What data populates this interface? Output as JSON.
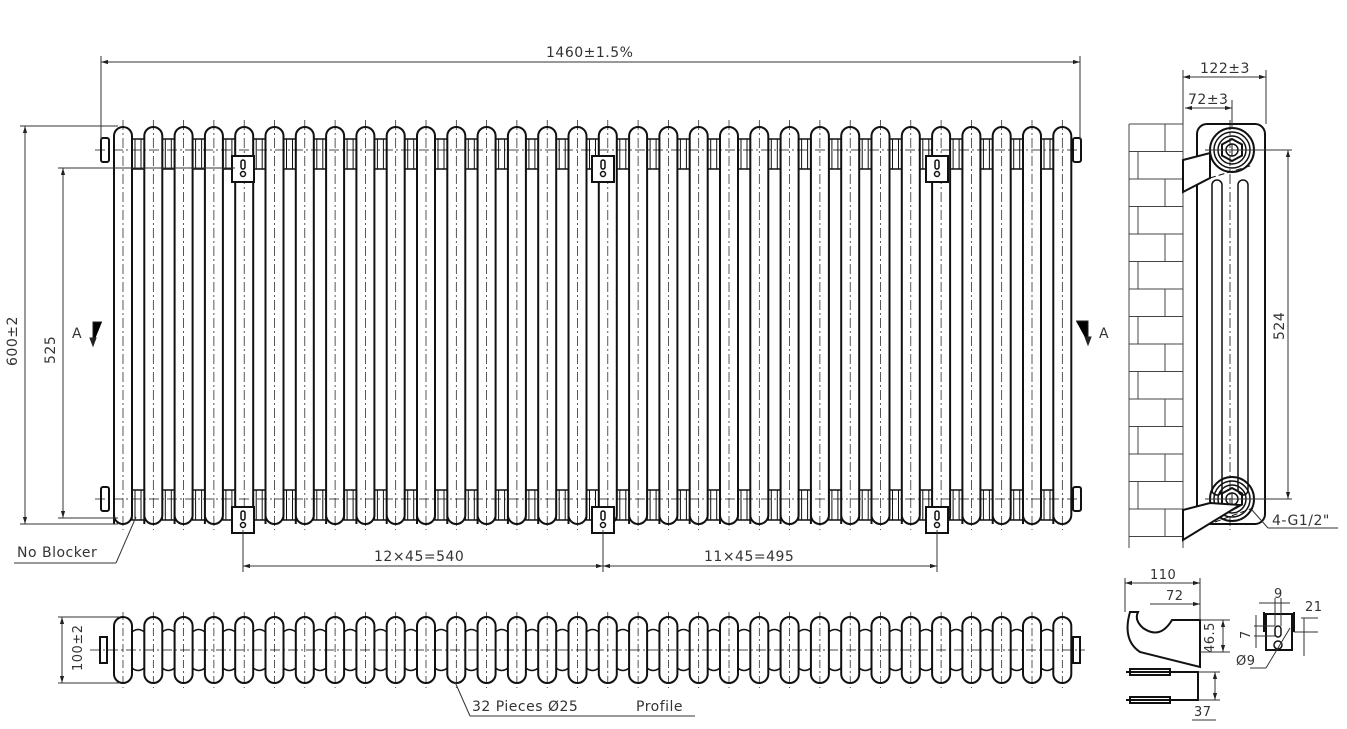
{
  "drawing": {
    "title": "Column radiator technical drawing",
    "stroke_color": "#111111",
    "dim_color": "#333333",
    "front_view": {
      "tube_count": 32,
      "tube_pitch_mm": 45,
      "overall_width": "1460±1.5%",
      "overall_height": "600±2",
      "pipe_centres": "525",
      "bracket_spacing_left": "12×45=540",
      "bracket_spacing_right": "11×45=495",
      "no_blocker_label": "No Blocker",
      "section_mark_left": "A",
      "section_mark_right": "A"
    },
    "side_view": {
      "depth": "122±3",
      "wall_to_centre": "72±3",
      "centre_height": "524",
      "connection_label": "4-G1/2\""
    },
    "plan_view": {
      "depth": "100±2",
      "tube_note": "32 Pieces Ø25",
      "profile_label": "Profile"
    },
    "bracket_detail": {
      "overall_length": "110",
      "centre_offset": "72",
      "height": "46.5",
      "width": "37",
      "slot_width": "9",
      "slot_height": "7",
      "plate_height": "21",
      "hole_diameter": "Ø9"
    }
  }
}
